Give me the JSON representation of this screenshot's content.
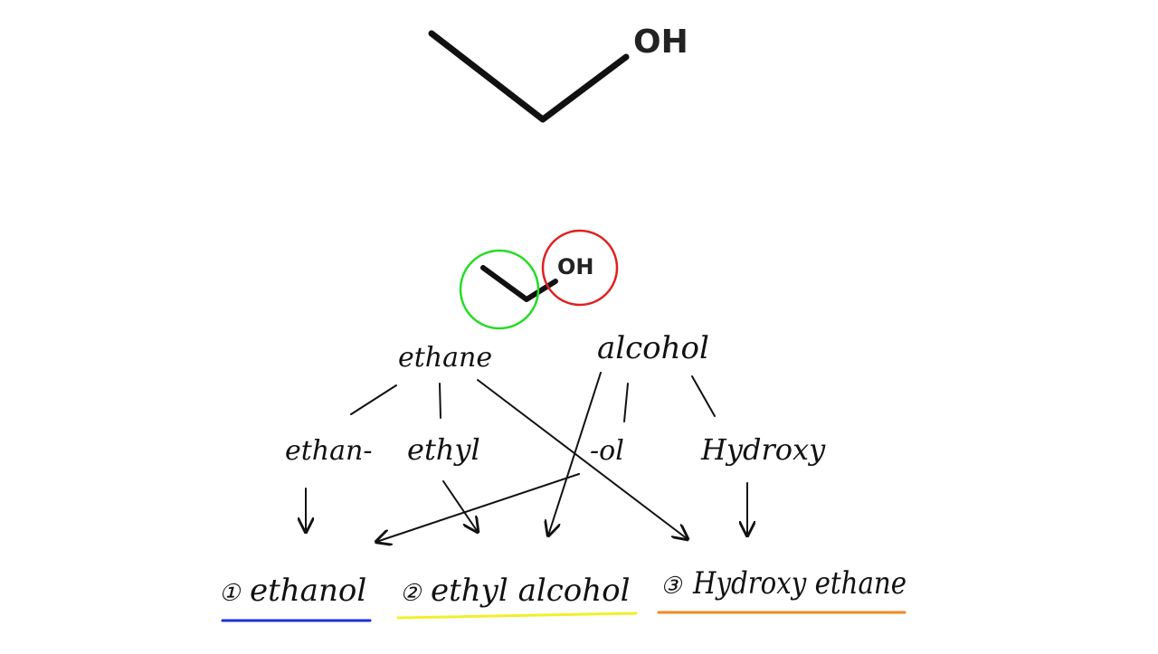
{
  "structure": {
    "top_group_label": "OH",
    "small_group_label": "OH"
  },
  "terms": {
    "ethane": "ethane",
    "alcohol": "alcohol",
    "ethan_prefix": "ethan-",
    "ethyl": "ethyl",
    "ol_suffix": "-ol",
    "hydroxy": "Hydroxy"
  },
  "results": [
    {
      "number": "①",
      "name": "ethanol",
      "underline_color": "#1f2fd6"
    },
    {
      "number": "②",
      "name": "ethyl alcohol",
      "underline_color": "#f2ef2a"
    },
    {
      "number": "③",
      "name": "Hydroxy ethane",
      "underline_color": "#f08a1c"
    }
  ],
  "highlight_colors": {
    "alkyl_circle": "#22dd22",
    "hydroxyl_circle": "#e02020"
  }
}
